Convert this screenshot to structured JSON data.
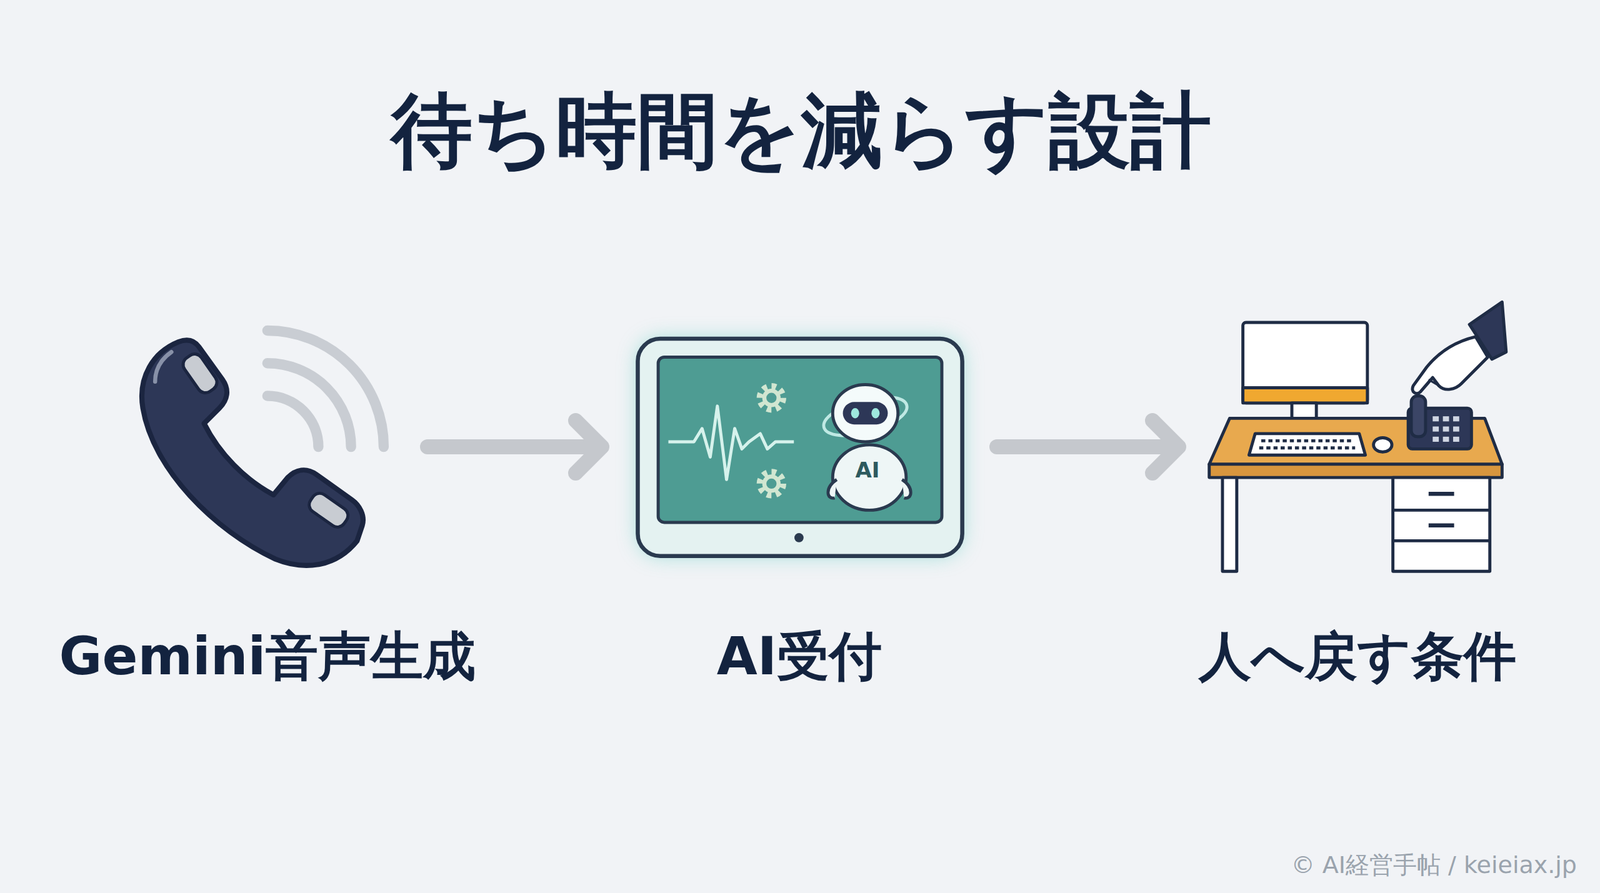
{
  "diagram": {
    "title": "待ち時間を減らす設計",
    "nodes": [
      {
        "text": [
          "Gemini音声生成"
        ]
      },
      {
        "text": [
          "AI受付"
        ]
      },
      {
        "text": [
          "人へ戻す条件"
        ]
      }
    ],
    "edges": [
      {
        "from": 0,
        "to": 1,
        "arrow": "to"
      },
      {
        "from": 1,
        "to": 2,
        "arrow": "to"
      }
    ],
    "labels": [
      "AI",
      "© AI経営手帖 / keieiax.jp"
    ]
  }
}
